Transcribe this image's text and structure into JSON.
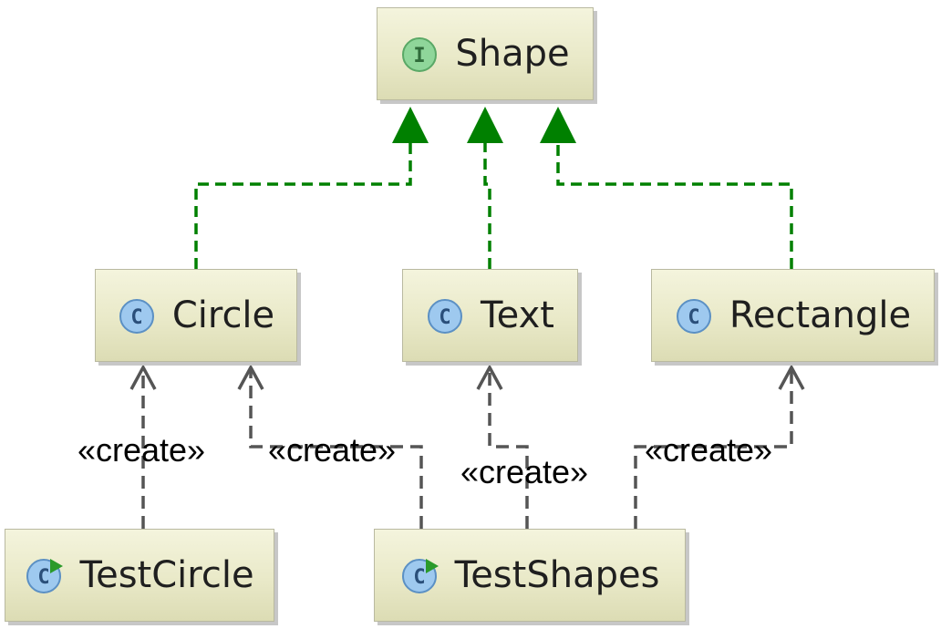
{
  "nodes": [
    {
      "id": "shape",
      "label": "Shape",
      "kind": "interface",
      "icon": "interface-icon",
      "icon_letter": "I"
    },
    {
      "id": "circle",
      "label": "Circle",
      "kind": "class",
      "icon": "class-icon",
      "icon_letter": "C"
    },
    {
      "id": "text",
      "label": "Text",
      "kind": "class",
      "icon": "class-icon",
      "icon_letter": "C"
    },
    {
      "id": "rectangle",
      "label": "Rectangle",
      "kind": "class",
      "icon": "class-icon",
      "icon_letter": "C"
    },
    {
      "id": "testcircle",
      "label": "TestCircle",
      "kind": "runnable-class",
      "icon": "runnable-class-icon",
      "icon_letter": "C"
    },
    {
      "id": "testshapes",
      "label": "TestShapes",
      "kind": "runnable-class",
      "icon": "runnable-class-icon",
      "icon_letter": "C"
    }
  ],
  "edges": [
    {
      "from": "circle",
      "to": "shape",
      "type": "implements"
    },
    {
      "from": "text",
      "to": "shape",
      "type": "implements"
    },
    {
      "from": "rectangle",
      "to": "shape",
      "type": "implements"
    },
    {
      "from": "testcircle",
      "to": "circle",
      "type": "dependency",
      "label": "«create»"
    },
    {
      "from": "testshapes",
      "to": "circle",
      "type": "dependency",
      "label": "«create»"
    },
    {
      "from": "testshapes",
      "to": "text",
      "type": "dependency",
      "label": "«create»"
    },
    {
      "from": "testshapes",
      "to": "rectangle",
      "type": "dependency",
      "label": "«create»"
    }
  ],
  "colors": {
    "realization_edge": "#008000",
    "dependency_edge": "#555555",
    "interface_icon_fill": "#8fd69a",
    "class_icon_fill": "#9ec9ef",
    "runnable_marker": "#2a9a2a"
  }
}
